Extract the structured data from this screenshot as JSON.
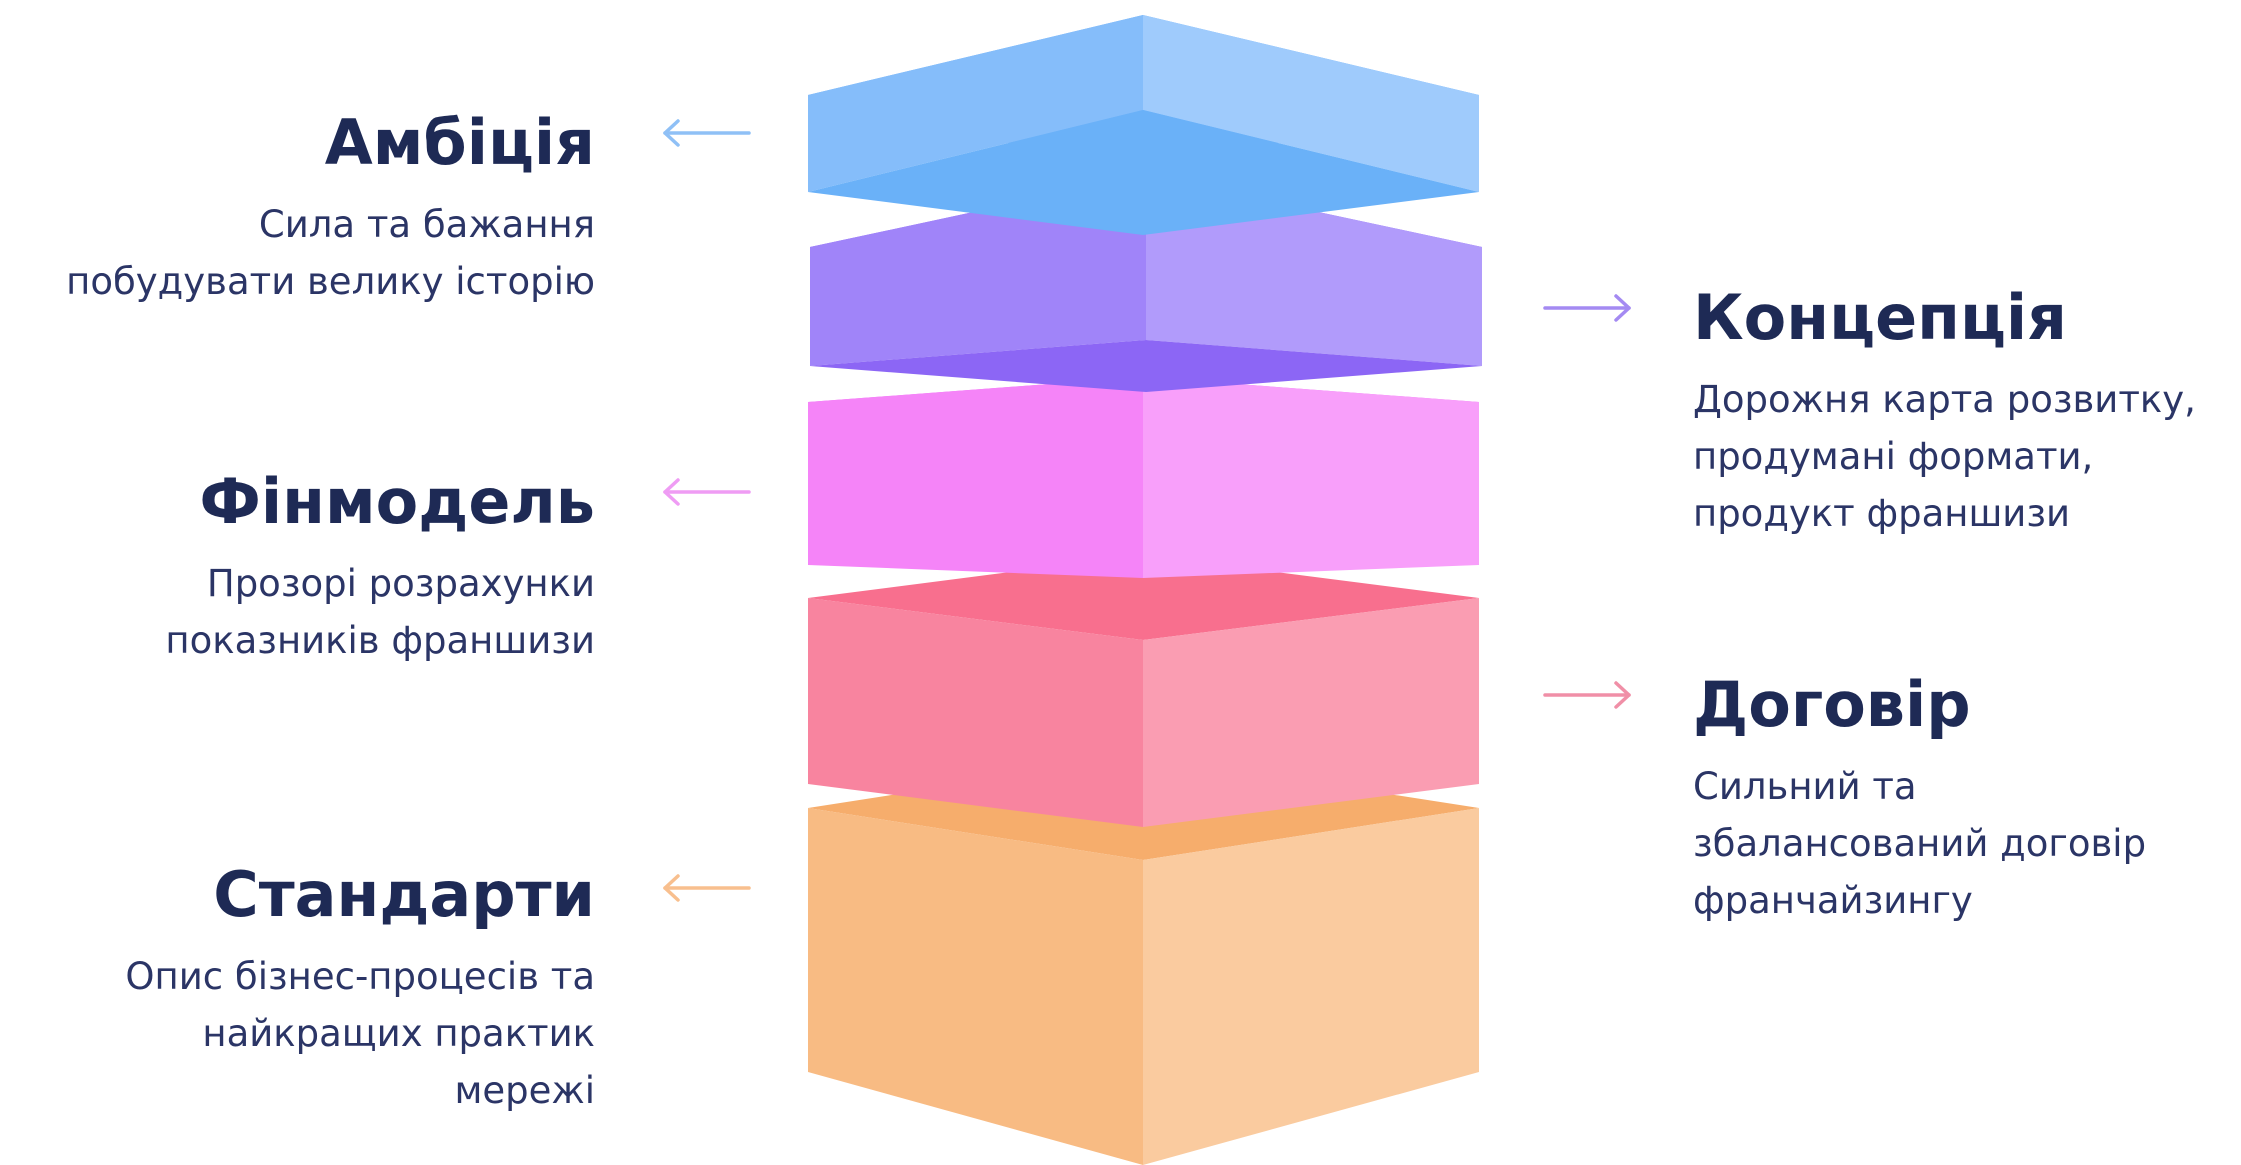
{
  "layers": [
    {
      "title": "Амбіція",
      "side": "left",
      "description": [
        "Сила та бажання",
        "побудувати велику історію"
      ],
      "color": "#7ab7f9",
      "arrow": "arrow-left-icon"
    },
    {
      "title": "Концепція",
      "side": "right",
      "description": [
        "Дорожня карта розвитку,",
        "продумані формати,",
        "продукт франшизи"
      ],
      "color": "#9b7ff5",
      "arrow": "arrow-right-icon"
    },
    {
      "title": "Фінмодель",
      "side": "left",
      "description": [
        "Прозорі розрахунки",
        "показників франшизи"
      ],
      "color": "#f47ff6",
      "arrow": "arrow-left-icon"
    },
    {
      "title": "Договір",
      "side": "right",
      "description": [
        "Сильний та",
        "збалансований договір",
        "франчайзингу"
      ],
      "color": "#f7839e",
      "arrow": "arrow-right-icon"
    },
    {
      "title": "Стандарти",
      "side": "left",
      "description": [
        "Опис бізнес-процесів та",
        "найкращих практик",
        "мережі"
      ],
      "color": "#f8b77b",
      "arrow": "arrow-left-icon"
    }
  ],
  "colors": {
    "title_text": "#1e2a55",
    "body_text": "#2b3566",
    "arrow_blue": "#8fc0f6",
    "arrow_purple": "#a48af2",
    "arrow_magenta": "#ef9cf4",
    "arrow_pink": "#f08fa7",
    "arrow_orange": "#f8bf8e"
  }
}
